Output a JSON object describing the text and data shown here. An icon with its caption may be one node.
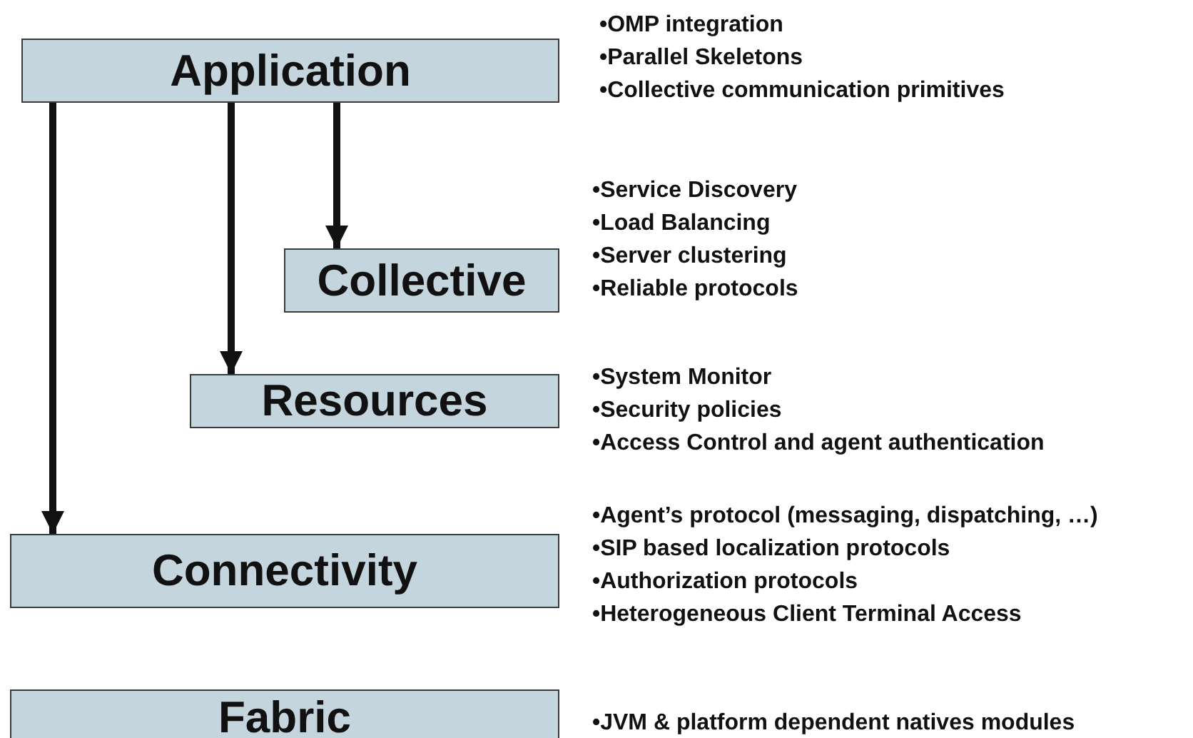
{
  "diagram": {
    "nodes": [
      {
        "text": [
          "Application"
        ],
        "beside": [
          "•OMP integration",
          "•Parallel Skeletons",
          "•Collective communication primitives"
        ]
      },
      {
        "text": [
          "Collective"
        ],
        "beside": [
          "•Service Discovery",
          "•Load Balancing",
          "•Server  clustering",
          "•Reliable protocols"
        ]
      },
      {
        "text": [
          "Resources"
        ],
        "beside": [
          "•System Monitor",
          "•Security policies",
          "•Access Control and agent authentication"
        ]
      },
      {
        "text": [
          "Connectivity"
        ],
        "beside": [
          "•Agent’s protocol (messaging, dispatching, …)",
          "•SIP based localization protocols",
          "•Authorization protocols",
          "•Heterogeneous Client Terminal Access"
        ]
      },
      {
        "text": [
          "Fabric"
        ],
        "beside": [
          "•JVM & platform dependent natives modules"
        ]
      }
    ],
    "edges": [
      {
        "from": 0,
        "to": 3,
        "arrow": "to"
      },
      {
        "from": 0,
        "to": 2,
        "arrow": "to"
      },
      {
        "from": 0,
        "to": 1,
        "arrow": "to"
      }
    ]
  }
}
